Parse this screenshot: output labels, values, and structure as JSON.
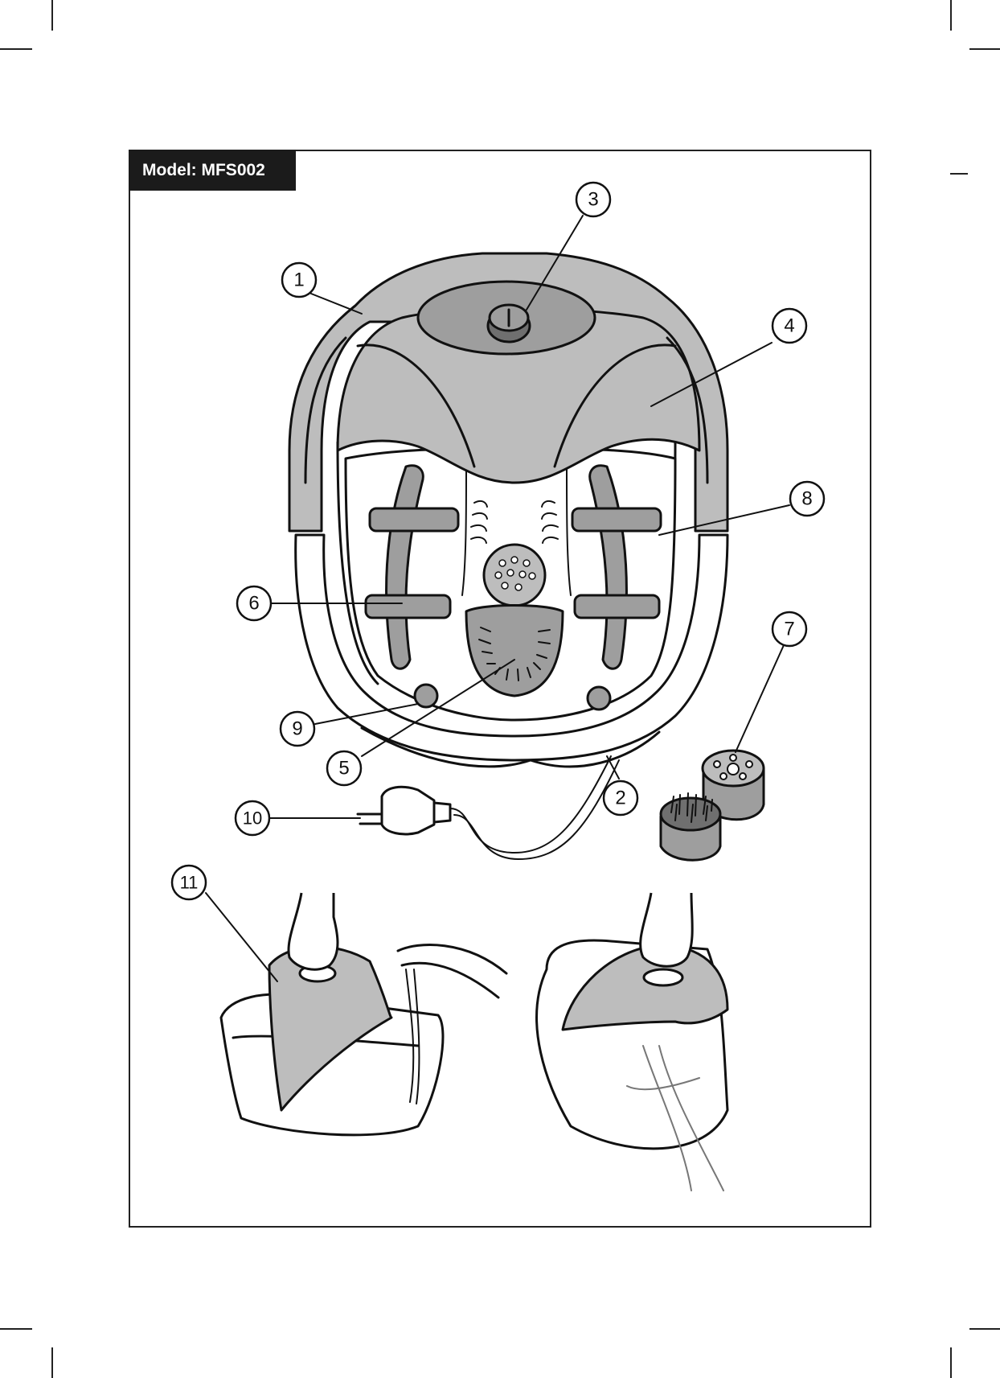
{
  "header": {
    "model_label": "Model: MFS002"
  },
  "callouts": [
    "1",
    "2",
    "3",
    "4",
    "5",
    "6",
    "7",
    "8",
    "9",
    "10",
    "11"
  ],
  "colors": {
    "ink": "#111111",
    "light_grey": "#bdbdbd",
    "mid_grey": "#9e9e9e",
    "dark_grey": "#6f6f6f",
    "tag_bg": "#1b1b1b"
  }
}
